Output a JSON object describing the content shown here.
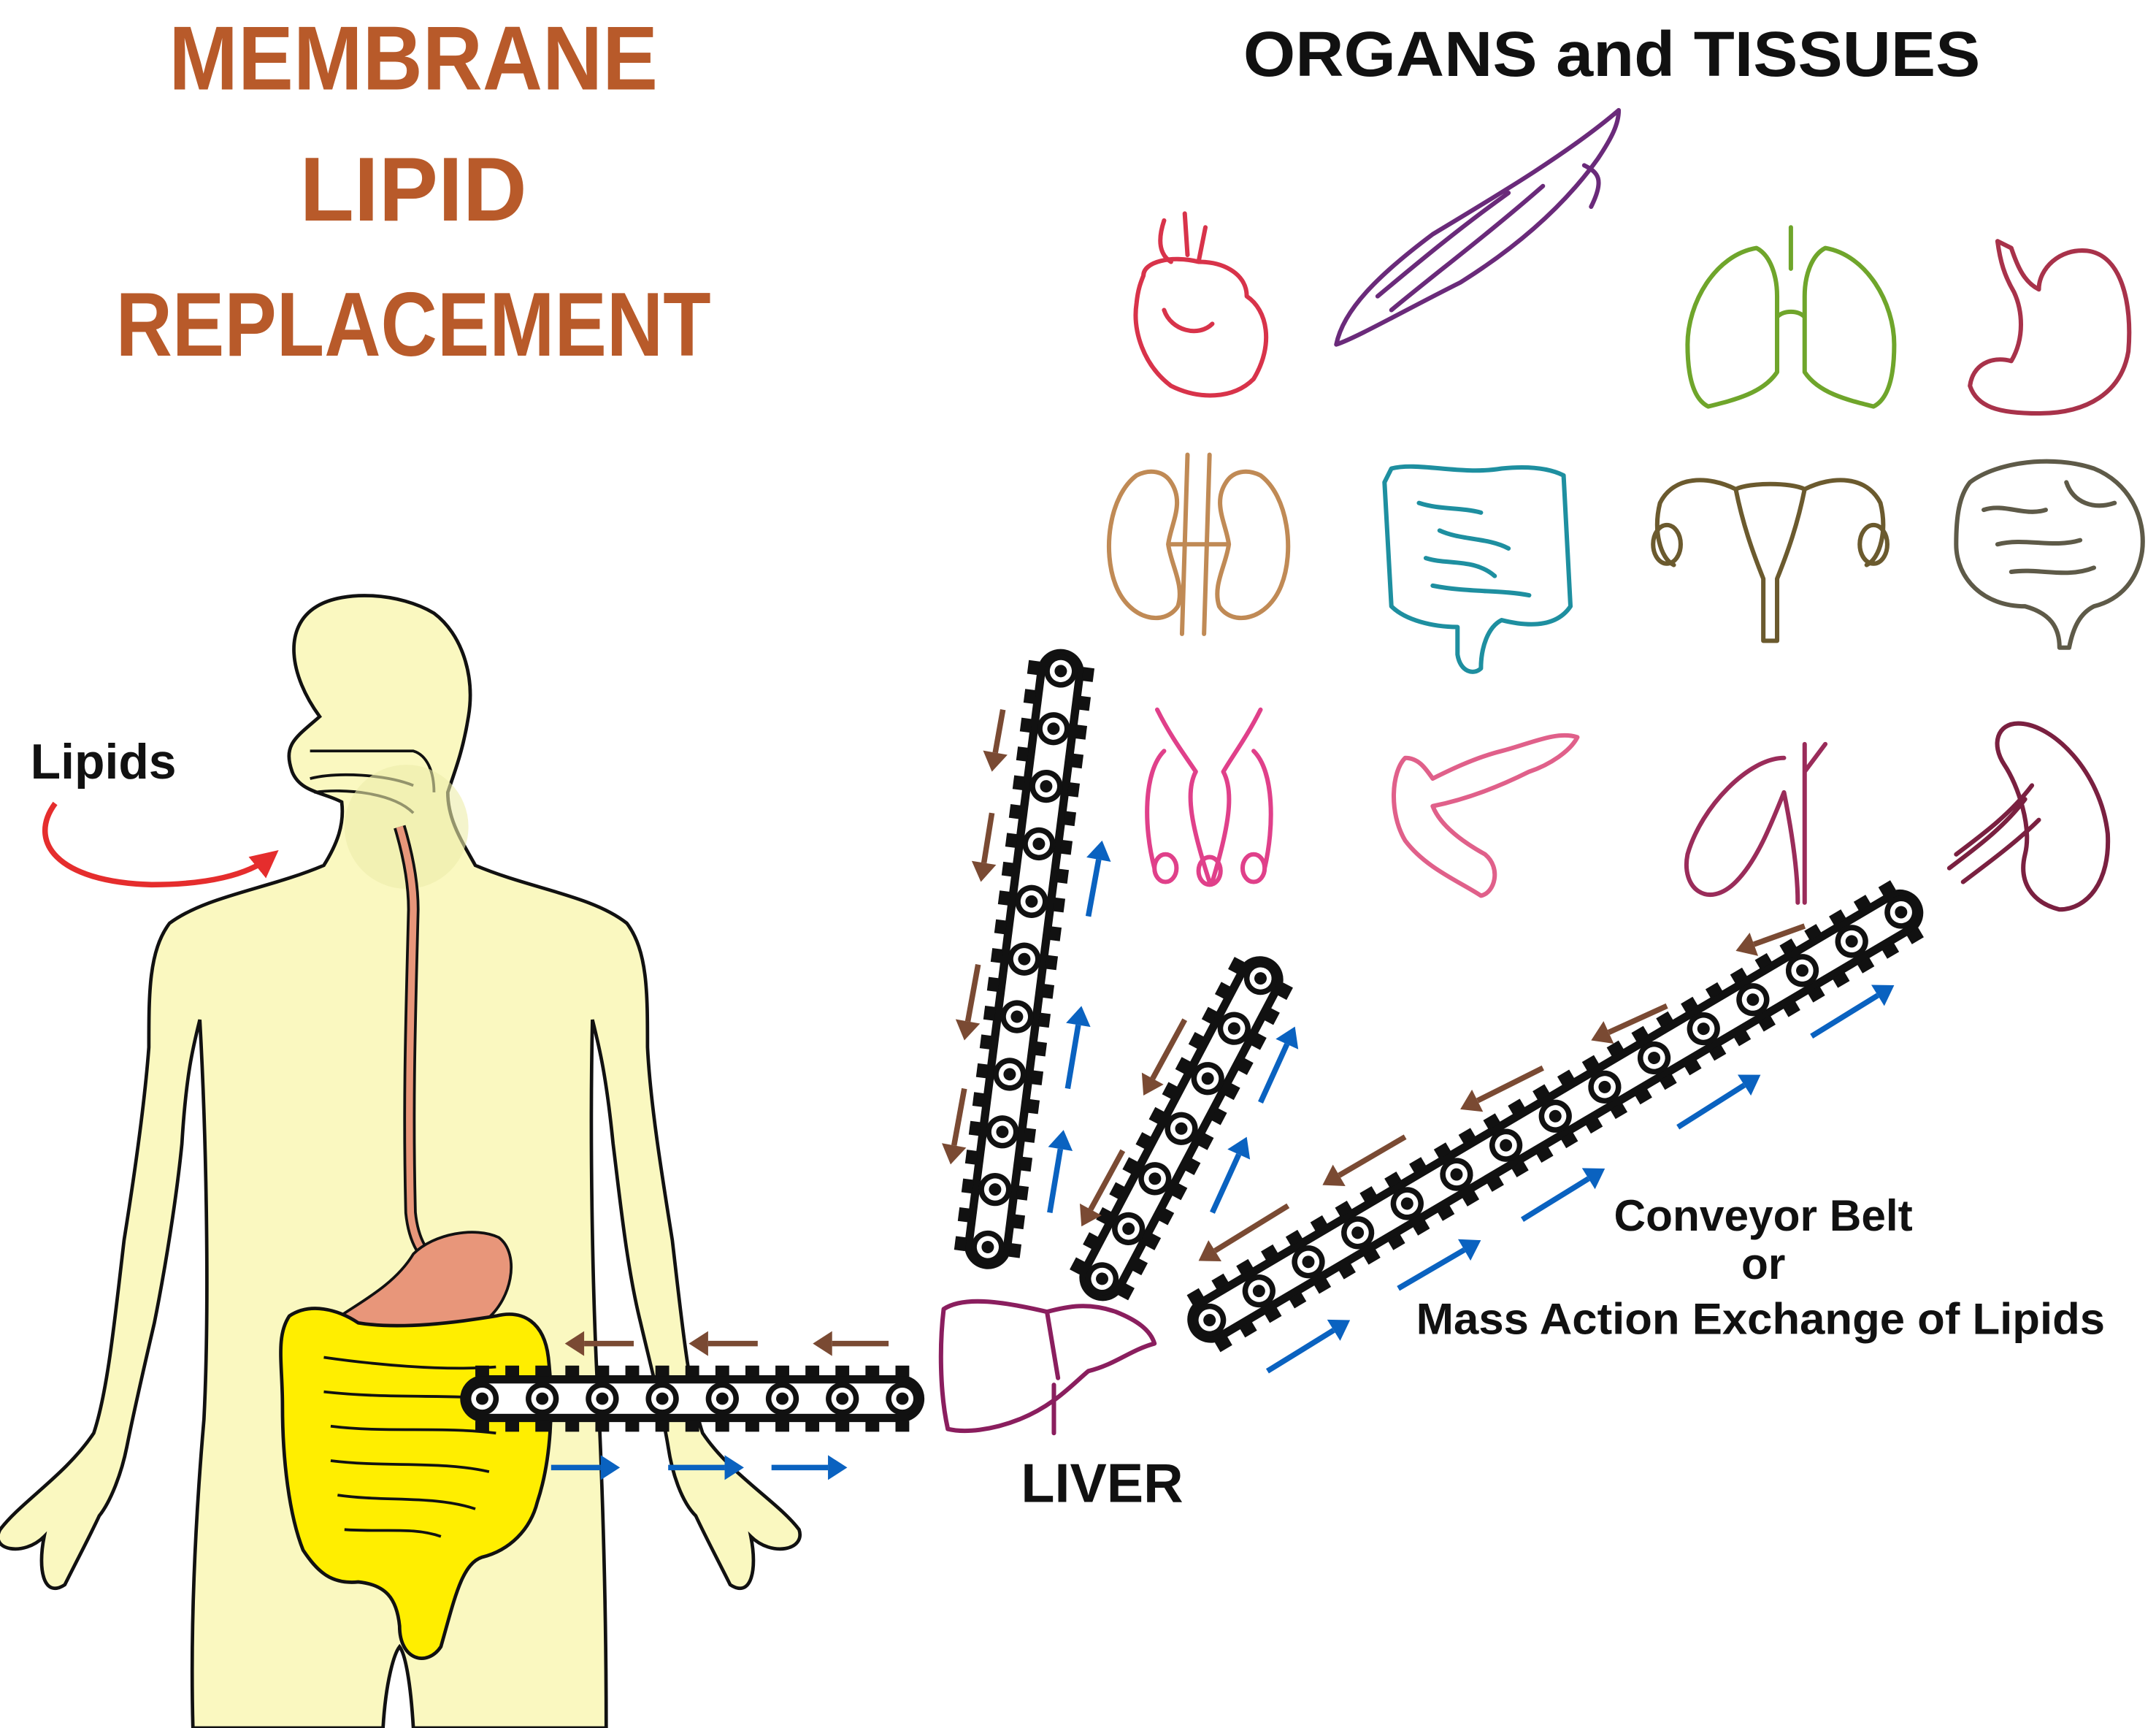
{
  "title": {
    "lines": [
      "MEMBRANE",
      "LIPID",
      "REPLACEMENT"
    ],
    "color": "#B85A2A"
  },
  "organs_heading": "ORGANS and TISSUES",
  "intake_label": "Lipids",
  "liver_label": "LIVER",
  "conveyor_caption": {
    "line1": "Conveyor Belt",
    "line2": "or",
    "line3": "Mass Action Exchange of Lipids"
  },
  "organs": [
    {
      "name": "heart",
      "color": "#D8334A"
    },
    {
      "name": "muscle",
      "color": "#6A2A7A"
    },
    {
      "name": "lungs",
      "color": "#6FA52B"
    },
    {
      "name": "stomach",
      "color": "#A8324A"
    },
    {
      "name": "kidneys",
      "color": "#C08A55"
    },
    {
      "name": "intestines",
      "color": "#1E8FA0"
    },
    {
      "name": "uterus",
      "color": "#6B5A2E"
    },
    {
      "name": "brain",
      "color": "#5E5A48"
    },
    {
      "name": "male-reproductive",
      "color": "#E0408A"
    },
    {
      "name": "pancreas",
      "color": "#E0608A"
    },
    {
      "name": "gallbladder",
      "color": "#9A2C5A"
    },
    {
      "name": "spleen",
      "color": "#7A2040"
    },
    {
      "name": "liver",
      "color": "#8A1E5E"
    }
  ],
  "colors": {
    "body_fill": "#FAF8C0",
    "digestive_fill": "#FFEE00",
    "esophagus_fill": "#E8967A",
    "intake_arrow": "#E52D2D",
    "to_liver_arrow": "#7A4A33",
    "to_organ_arrow": "#0A62C0",
    "belt": "#111111"
  }
}
